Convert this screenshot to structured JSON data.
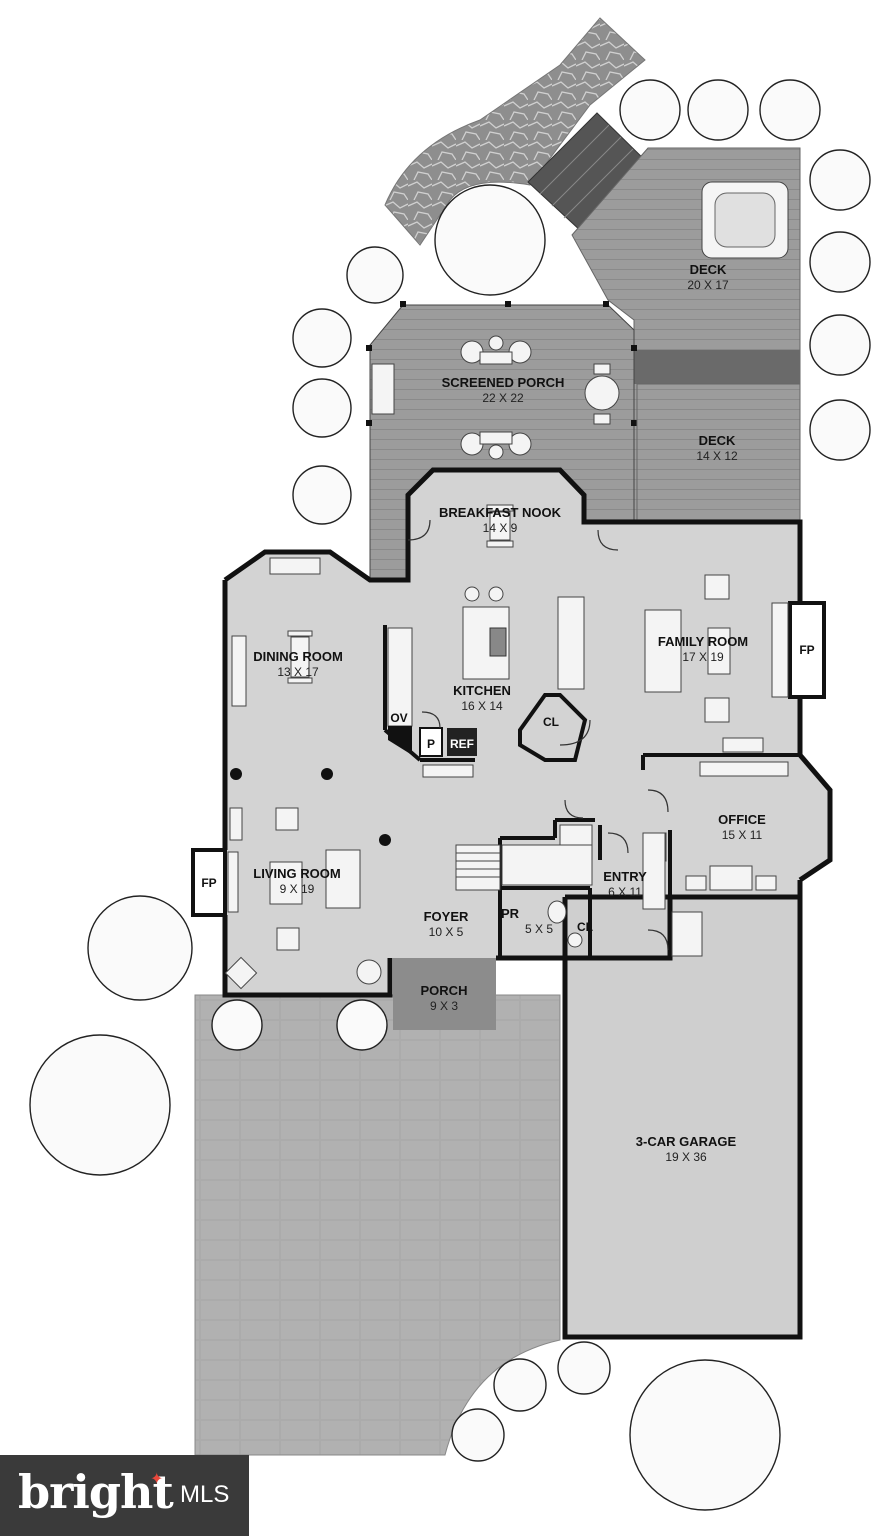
{
  "rooms": {
    "deck_upper": {
      "name": "DECK",
      "size": "20 X 17"
    },
    "screened_porch": {
      "name": "SCREENED PORCH",
      "size": "22 X 22"
    },
    "deck_lower": {
      "name": "DECK",
      "size": "14 X 12"
    },
    "breakfast_nook": {
      "name": "BREAKFAST NOOK",
      "size": "14 X 9"
    },
    "dining_room": {
      "name": "DINING ROOM",
      "size": "13 X 17"
    },
    "kitchen": {
      "name": "KITCHEN",
      "size": "16 X 14"
    },
    "family_room": {
      "name": "FAMILY ROOM",
      "size": "17 X 19"
    },
    "office": {
      "name": "OFFICE",
      "size": "15 X 11"
    },
    "living_room": {
      "name": "LIVING ROOM",
      "size": "9 X 19"
    },
    "entry": {
      "name": "ENTRY",
      "size": "6 X 11"
    },
    "foyer": {
      "name": "FOYER",
      "size": "10 X 5"
    },
    "powder_room": {
      "name": "PR",
      "size": "5 X 5"
    },
    "porch": {
      "name": "PORCH",
      "size": "9 X 3"
    },
    "garage": {
      "name": "3-CAR GARAGE",
      "size": "19 X 36"
    }
  },
  "tags": {
    "fp_left": "FP",
    "fp_right": "FP",
    "oven": "OV",
    "pantry": "P",
    "refrigerator": "REF",
    "closet_kitchen": "CL",
    "closet_entry": "CL"
  },
  "watermark": {
    "brand": "bright",
    "suffix": "MLS"
  },
  "colors": {
    "floor": "#d3d3d3",
    "deck": "#9a9a9a",
    "pavers": "#a8a8a8",
    "wall": "#111111",
    "logo_bg": "#3a3a3a",
    "logo_accent": "#e8473b"
  }
}
